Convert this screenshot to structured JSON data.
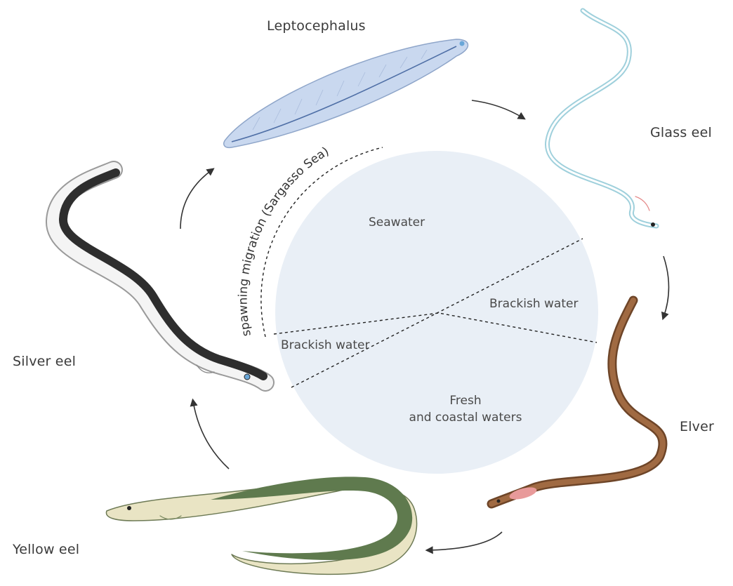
{
  "stages": {
    "leptocephalus": "Leptocephalus",
    "glass_eel": "Glass eel",
    "elver": "Elver",
    "yellow_eel": "Yellow eel",
    "silver_eel": "Silver eel"
  },
  "zones": {
    "seawater": "Seawater",
    "brackish_right": "Brackish water",
    "brackish_left": "Brackish water",
    "fresh_line1": "Fresh",
    "fresh_line2": "and coastal waters"
  },
  "migration_label": "spawning migration (Sargasso Sea)",
  "colors": {
    "circle_fill": "#e9eff6",
    "arrow": "#333333",
    "lepto_fill": "#c9d8ef",
    "glass_stroke": "#9fd0dc",
    "elver_fill": "#8b5a36",
    "yellow_back": "#5f7a4e",
    "yellow_belly": "#e9e4c4",
    "silver_back": "#2e2e2e"
  },
  "icons": {
    "leptocephalus": "leptocephalus-larva-illustration",
    "glass": "glass-eel-illustration",
    "elver": "elver-illustration",
    "yellow": "yellow-eel-illustration",
    "silver": "silver-eel-illustration"
  }
}
